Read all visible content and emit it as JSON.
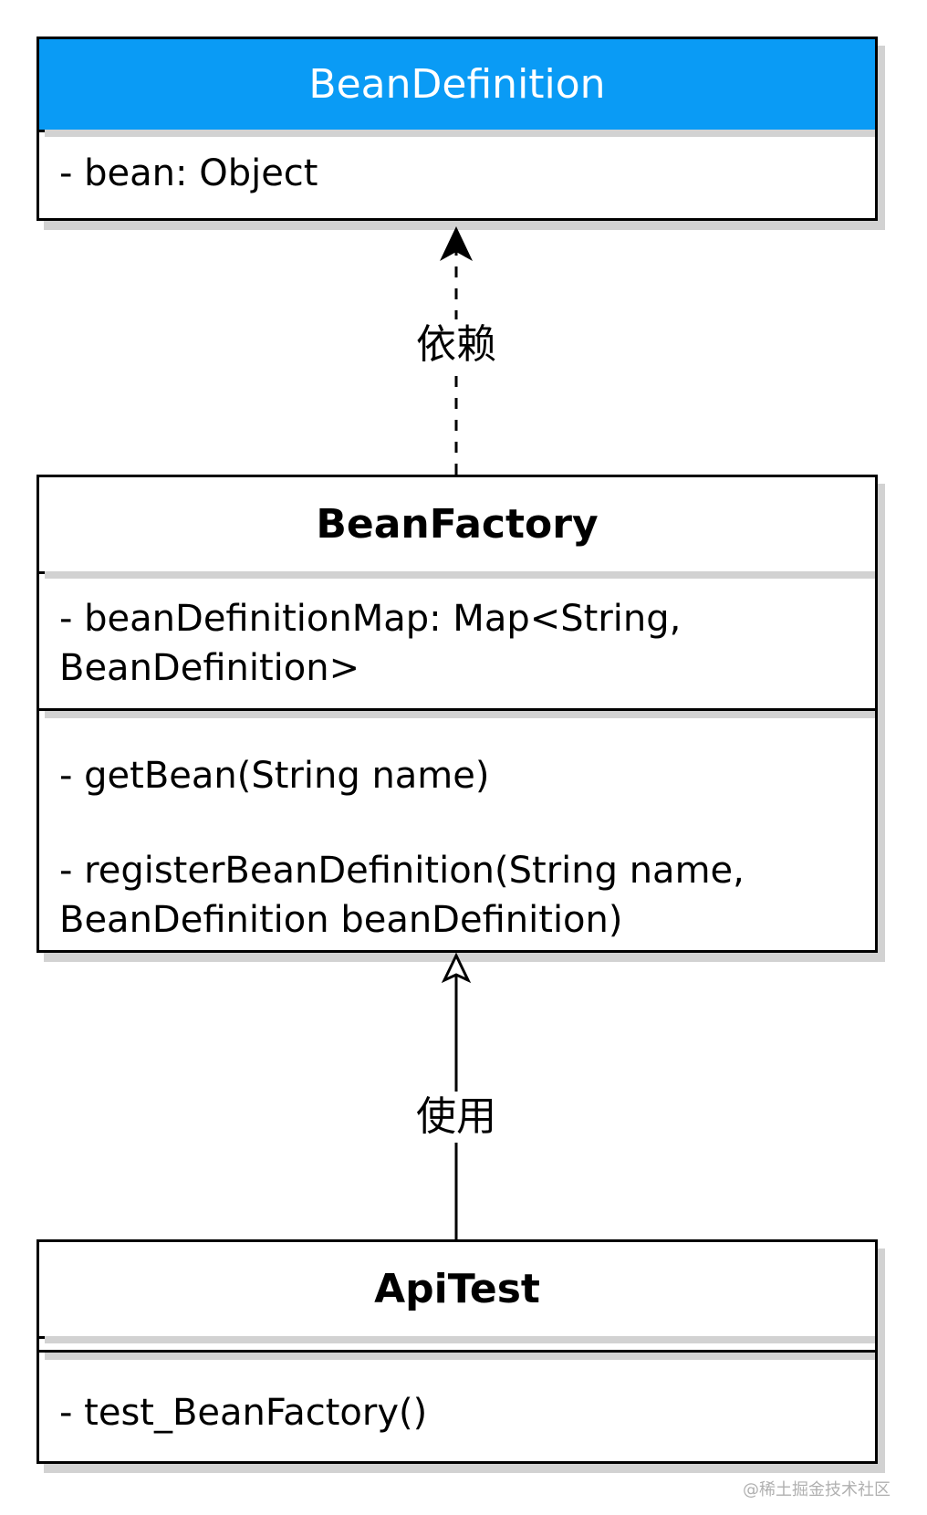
{
  "colors": {
    "header_fill": "#0a9bf5",
    "header_text": "#ffffff",
    "border": "#000000",
    "shadow": "#d2d2d2"
  },
  "classes": {
    "bean_definition": {
      "name": "BeanDefinition",
      "attributes": [
        "- bean: Object"
      ]
    },
    "bean_factory": {
      "name": "BeanFactory",
      "attributes": [
        "- beanDefinitionMap: Map<String,\nBeanDefinition>"
      ],
      "methods": [
        "- getBean(String name)",
        "- registerBeanDefinition(String name,\nBeanDefinition beanDefinition)"
      ]
    },
    "api_test": {
      "name": "ApiTest",
      "methods": [
        "- test_BeanFactory()"
      ]
    }
  },
  "relations": {
    "dependency_label": "依赖",
    "usage_label": "使用"
  },
  "watermark": "@稀土掘金技术社区"
}
